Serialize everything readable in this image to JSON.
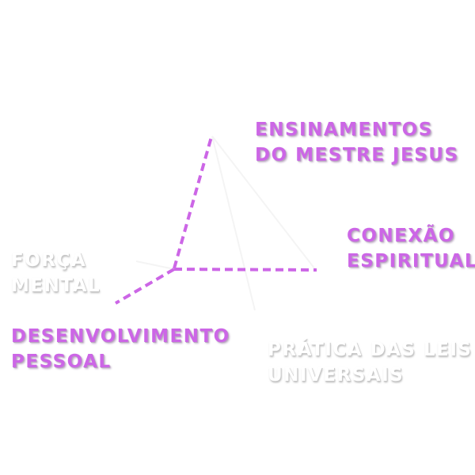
{
  "colors": {
    "accent": "#cc66e6",
    "faint_label": "#ffffff"
  },
  "labels": {
    "ensinamentos": {
      "line1": "ENSINAMENTOS",
      "line2": "DO MESTRE JESUS"
    },
    "conexao": {
      "line1": "CONEXÃO",
      "line2": "ESPIRITUAL"
    },
    "forca": {
      "line1": "FORÇA",
      "line2": "MENTAL"
    },
    "desenvolvimento": {
      "line1": "DESENVOLVIMENTO",
      "line2": "PESSOAL"
    },
    "pratica": {
      "line1": "PRÁTICA DAS LEIS",
      "line2": "UNIVERSAIS"
    }
  }
}
